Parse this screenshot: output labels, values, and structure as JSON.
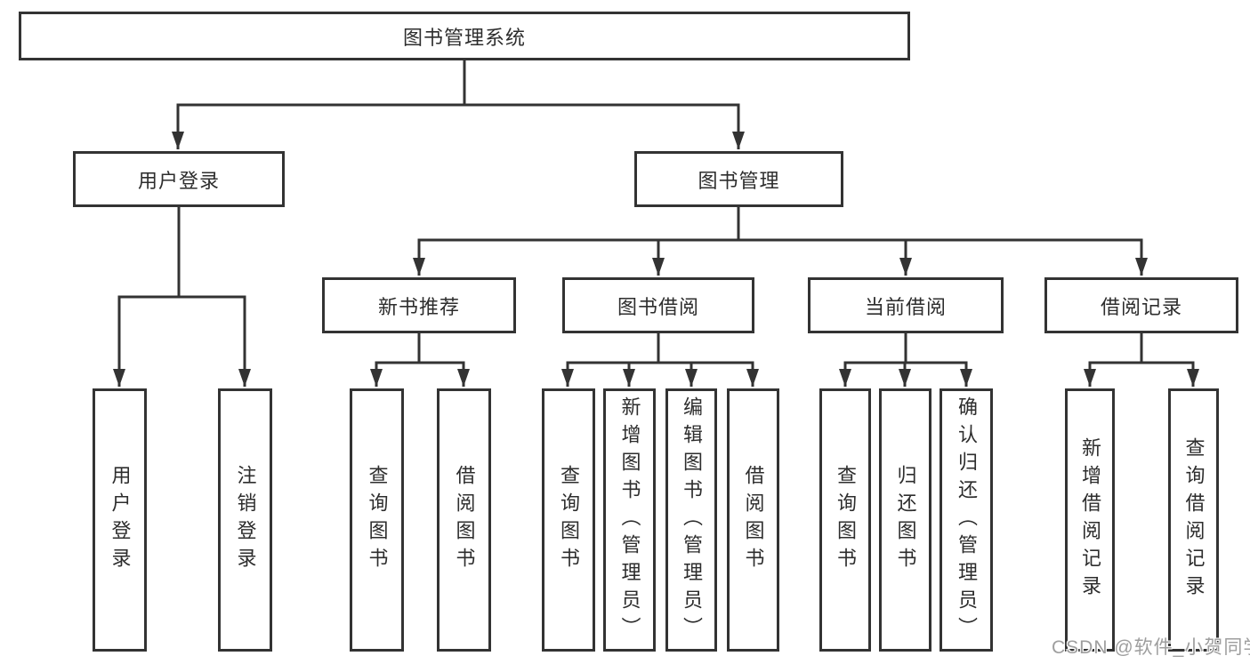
{
  "tree": {
    "label": "图书管理系统",
    "children": [
      {
        "label": "用户登录",
        "children": [
          {
            "label": "用户登录"
          },
          {
            "label": "注销登录"
          }
        ]
      },
      {
        "label": "图书管理",
        "children": [
          {
            "label": "新书推荐",
            "children": [
              {
                "label": "查询图书"
              },
              {
                "label": "借阅图书"
              }
            ]
          },
          {
            "label": "图书借阅",
            "children": [
              {
                "label": "查询图书"
              },
              {
                "label": "新增图书（管理员）"
              },
              {
                "label": "编辑图书（管理员）"
              },
              {
                "label": "借阅图书"
              }
            ]
          },
          {
            "label": "当前借阅",
            "children": [
              {
                "label": "查询图书"
              },
              {
                "label": "归还图书"
              },
              {
                "label": "确认归还（管理员）"
              }
            ]
          },
          {
            "label": "借阅记录",
            "children": [
              {
                "label": "新增借阅记录"
              },
              {
                "label": "查询借阅记录"
              }
            ]
          }
        ]
      }
    ]
  },
  "watermark": {
    "text": "CSDN @软件_小贺同学"
  },
  "colors": {
    "line": "#333333",
    "box_border": "#333333",
    "box_background": "#ffffff",
    "text": "#2d2d2d",
    "watermark": "#9e9e9e"
  }
}
